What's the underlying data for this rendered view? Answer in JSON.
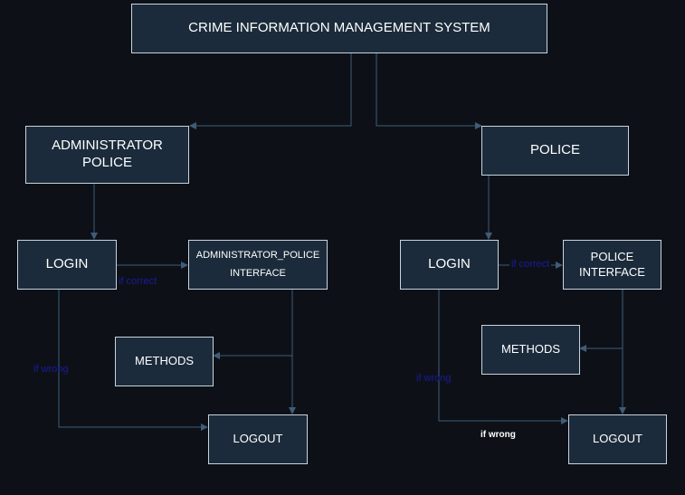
{
  "theme": {
    "background": "#0d1117",
    "box_fill": "#1b2b3b",
    "box_border": "#c9d3dd",
    "connector": "#3f5c78",
    "edge_label_dim": "#1a1a9e",
    "edge_label_bright": "#ffffff"
  },
  "nodes": {
    "title": "CRIME INFORMATION MANAGEMENT SYSTEM",
    "admin_police": "ADMINISTRATOR\nPOLICE",
    "police": "POLICE",
    "admin_login": "LOGIN",
    "admin_interface": "ADMINISTRATOR_POLICE\nINTERFACE",
    "admin_methods": "METHODS",
    "admin_logout": "LOGOUT",
    "police_login": "LOGIN",
    "police_interface": "POLICE\nINTERFACE",
    "police_methods": "METHODS",
    "police_logout": "LOGOUT"
  },
  "edge_labels": {
    "admin_if_correct": "if correct",
    "admin_if_wrong": "if wrong",
    "police_if_correct": "if correct",
    "police_if_wrong_dim": "if wrong",
    "police_if_wrong_bright": "if wrong"
  },
  "edges": [
    {
      "from": "title",
      "to": "admin_police"
    },
    {
      "from": "title",
      "to": "police"
    },
    {
      "from": "admin_police",
      "to": "admin_login"
    },
    {
      "from": "admin_login",
      "to": "admin_interface",
      "label": "if correct"
    },
    {
      "from": "admin_interface",
      "to": "admin_methods"
    },
    {
      "from": "admin_interface",
      "to": "admin_logout"
    },
    {
      "from": "admin_login",
      "to": "admin_logout",
      "label": "if wrong"
    },
    {
      "from": "police",
      "to": "police_login"
    },
    {
      "from": "police_login",
      "to": "police_interface",
      "label": "if correct"
    },
    {
      "from": "police_interface",
      "to": "police_methods"
    },
    {
      "from": "police_interface",
      "to": "police_logout"
    },
    {
      "from": "police_login",
      "to": "police_logout",
      "label": "if wrong"
    }
  ]
}
